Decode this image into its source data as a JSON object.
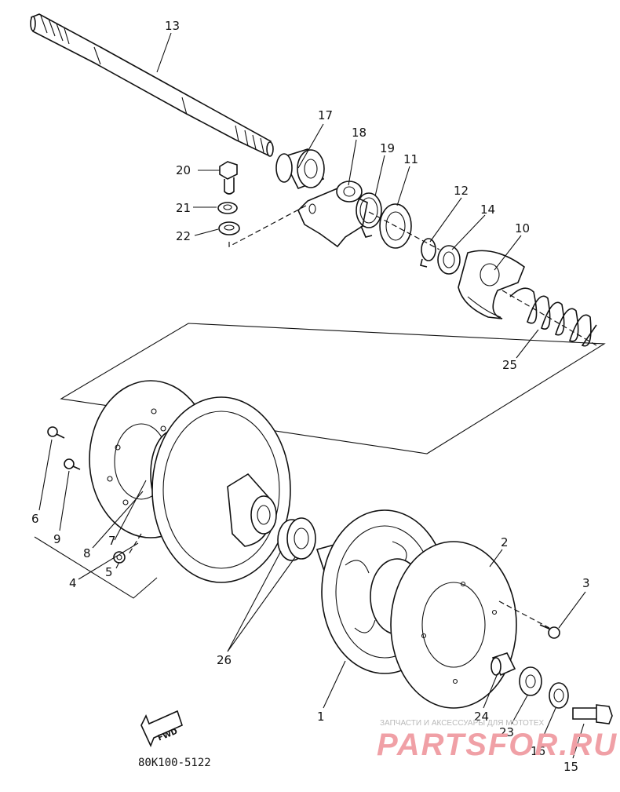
{
  "diagram_code": "80K100-5122",
  "fwd_label": "FWD",
  "watermark": {
    "caption": "ЗАПЧАСТИ И АКСЕССУАРЫ ДЛЯ МОТОТЕХ",
    "logo": "PARTSFOR.RU"
  },
  "callouts": {
    "p1": "1",
    "p2": "2",
    "p3": "3",
    "p4": "4",
    "p5": "5",
    "p6": "6",
    "p7": "7",
    "p8": "8",
    "p9": "9",
    "p10": "10",
    "p11": "11",
    "p12": "12",
    "p13": "13",
    "p14": "14",
    "p15": "15",
    "p16": "16",
    "p17": "17",
    "p18": "18",
    "p19": "19",
    "p20": "20",
    "p21": "21",
    "p22": "22",
    "p23": "23",
    "p24": "24",
    "p25": "25",
    "p26": "26"
  }
}
